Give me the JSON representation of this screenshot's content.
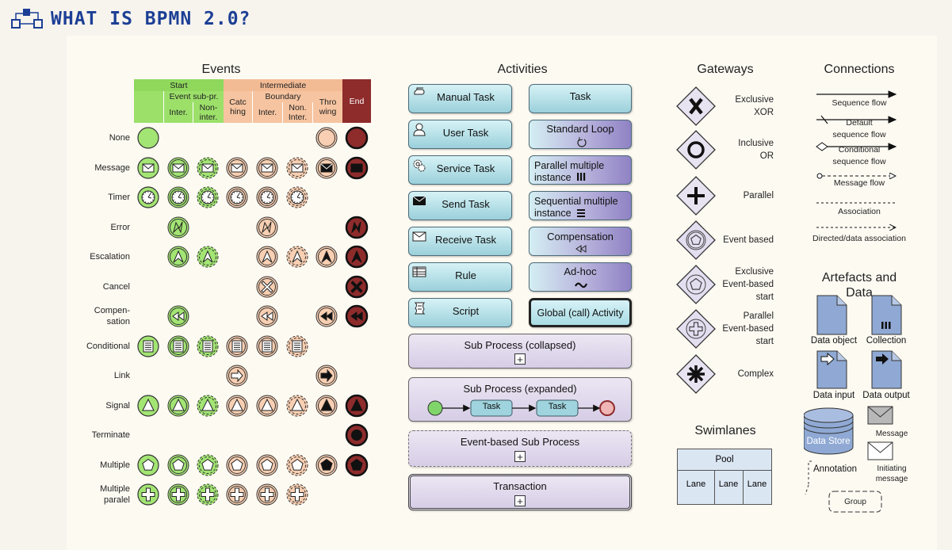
{
  "title": "WHAT IS BPMN 2.0?",
  "colors": {
    "start": "#9ce06a",
    "intermediate": "#f6c4a0",
    "end": "#8e2b2b",
    "task": "#a9dbe4",
    "title": "#1c3f95"
  },
  "events": {
    "title": "Events",
    "headers": {
      "start": "Start",
      "event_subprocess": "Event sub-pr.",
      "start_inter": "Inter.",
      "start_noninter": "Non-\ninter.",
      "intermediate": "Intermediate",
      "catching": "Catc\nhing",
      "boundary": "Boundary",
      "boundary_inter": "Inter.",
      "boundary_noninter": "Non.\nInter.",
      "throwing": "Thro\nwing",
      "end": "End"
    },
    "rows": [
      {
        "label": "None",
        "icon": "none",
        "cells": [
          1,
          0,
          0,
          0,
          0,
          0,
          1,
          1
        ]
      },
      {
        "label": "Message",
        "icon": "message",
        "cells": [
          1,
          1,
          1,
          1,
          1,
          1,
          1,
          1
        ]
      },
      {
        "label": "Timer",
        "icon": "timer",
        "cells": [
          1,
          1,
          1,
          1,
          1,
          1,
          0,
          0
        ]
      },
      {
        "label": "Error",
        "icon": "error",
        "cells": [
          0,
          1,
          0,
          0,
          1,
          0,
          0,
          1
        ]
      },
      {
        "label": "Escalation",
        "icon": "escalation",
        "cells": [
          0,
          1,
          1,
          0,
          1,
          1,
          1,
          1
        ]
      },
      {
        "label": "Cancel",
        "icon": "cancel",
        "cells": [
          0,
          0,
          0,
          0,
          1,
          0,
          0,
          1
        ]
      },
      {
        "label": "Compen-\nsation",
        "icon": "compensation",
        "cells": [
          0,
          1,
          0,
          0,
          1,
          0,
          1,
          1
        ]
      },
      {
        "label": "Conditional",
        "icon": "conditional",
        "cells": [
          1,
          1,
          1,
          1,
          1,
          1,
          0,
          0
        ]
      },
      {
        "label": "Link",
        "icon": "link",
        "cells": [
          0,
          0,
          0,
          1,
          0,
          0,
          1,
          0
        ]
      },
      {
        "label": "Signal",
        "icon": "signal",
        "cells": [
          1,
          1,
          1,
          1,
          1,
          1,
          1,
          1
        ]
      },
      {
        "label": "Terminate",
        "icon": "terminate",
        "cells": [
          0,
          0,
          0,
          0,
          0,
          0,
          0,
          1
        ]
      },
      {
        "label": "Multiple",
        "icon": "multiple",
        "cells": [
          1,
          1,
          1,
          1,
          1,
          1,
          1,
          1
        ]
      },
      {
        "label": "Multiple\nparalel",
        "icon": "parallel",
        "cells": [
          1,
          1,
          1,
          1,
          1,
          1,
          0,
          0
        ]
      }
    ]
  },
  "activities": {
    "title": "Activities",
    "left": [
      {
        "label": "Manual Task",
        "icon": "hand-icon"
      },
      {
        "label": "User Task",
        "icon": "user-icon"
      },
      {
        "label": "Service Task",
        "icon": "gears-icon"
      },
      {
        "label": "Send Task",
        "icon": "envelope-filled-icon"
      },
      {
        "label": "Receive Task",
        "icon": "envelope-icon"
      },
      {
        "label": "Rule",
        "icon": "table-icon"
      },
      {
        "label": "Script",
        "icon": "script-icon"
      }
    ],
    "right": [
      {
        "label": "Task"
      },
      {
        "label": "Standard Loop",
        "marker": "loop-icon"
      },
      {
        "label": "Parallel multiple instance",
        "marker": "parallel-bars-icon"
      },
      {
        "label": "Sequential multiple instance",
        "marker": "sequential-bars-icon"
      },
      {
        "label": "Compensation",
        "marker": "compensation-icon"
      },
      {
        "label": "Ad-hoc",
        "marker": "tilde-icon"
      },
      {
        "label": "Global (call) Activity"
      }
    ],
    "sub_collapsed": "Sub Process (collapsed)",
    "sub_expanded": "Sub Process (expanded)",
    "sub_task1": "Task",
    "sub_task2": "Task",
    "event_sub": "Event-based Sub Process",
    "transaction": "Transaction",
    "plus": "+"
  },
  "gateways": {
    "title": "Gateways",
    "items": [
      {
        "label": "Exclusive\nXOR",
        "icon": "exclusive-gateway-icon"
      },
      {
        "label": "Inclusive\nOR",
        "icon": "inclusive-gateway-icon"
      },
      {
        "label": "Parallel",
        "icon": "parallel-gateway-icon"
      },
      {
        "label": "Event based",
        "icon": "event-gateway-icon"
      },
      {
        "label": "Exclusive\nEvent-based\nstart",
        "icon": "exclusive-event-start-gateway-icon"
      },
      {
        "label": "Parallel\nEvent-based\nstart",
        "icon": "parallel-event-start-gateway-icon"
      },
      {
        "label": "Complex",
        "icon": "complex-gateway-icon"
      }
    ]
  },
  "connections": {
    "title": "Connections",
    "items": [
      {
        "label": "Sequence flow"
      },
      {
        "label": "Default\nsequence flow"
      },
      {
        "label": "Conditional\nsequence flow"
      },
      {
        "label": "Message flow"
      },
      {
        "label": "Association"
      },
      {
        "label": "Directed/data association"
      }
    ]
  },
  "artefacts": {
    "title": "Artefacts and\nData",
    "data_object": "Data object",
    "collection": "Collection",
    "data_input": "Data input",
    "data_output": "Data output",
    "data_store": "Data Store",
    "message": "Message",
    "annotation": "Annotation",
    "initiating_message": "Initiating\nmessage",
    "group": "Group"
  },
  "swimlanes": {
    "title": "Swimlanes",
    "pool": "Pool",
    "lanes": [
      "Lane",
      "Lane",
      "Lane"
    ]
  }
}
